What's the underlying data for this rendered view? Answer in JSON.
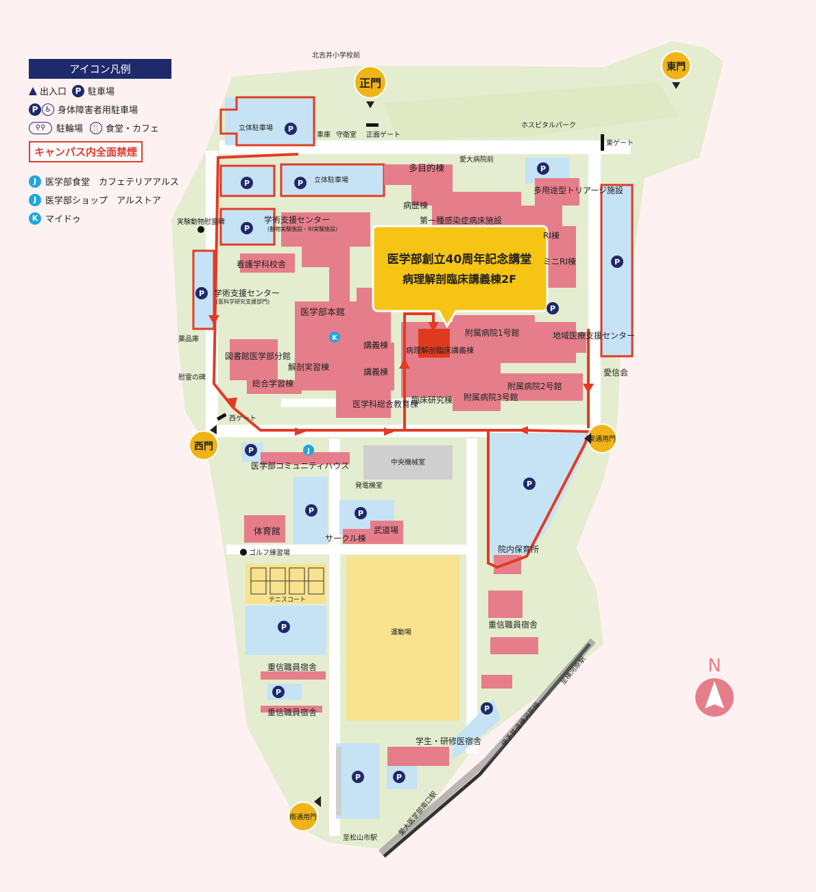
{
  "legend": {
    "title": "アイコン凡例",
    "entrance": "出入口",
    "parking": "駐車場",
    "accessible_parking": "身体障害者用駐車場",
    "bicycle": "駐輪場",
    "cafeteria": "食堂・カフェ",
    "no_smoking": "キャンパス内全面禁煙",
    "shop_j1": "医学部食堂　カフェテリアアルス",
    "shop_j2": "医学部ショップ　アルストア",
    "shop_k": "マイドゥ",
    "letter_j": "J",
    "letter_k": "K",
    "letter_p": "P"
  },
  "callout": {
    "line1": "医学部創立40周年記念講堂",
    "line2": "病理解剖臨床講義棟2F"
  },
  "gates": {
    "main": "正門",
    "east": "東門",
    "west": "西門",
    "east_service": "東通用門",
    "south_service": "南通用門"
  },
  "labels": {
    "kitayoshii": "北吉井小学校前",
    "main_gate_sign": "正面ゲート",
    "east_gate_sign": "東ゲート",
    "west_gate_sign": "西ゲート",
    "garage": "車庫",
    "guard": "守衛室",
    "hospital_park": "ホスピタルパーク",
    "multi_parking": "立体駐車場",
    "multi_parking2": "立体駐車場",
    "hospital_front": "愛大病院前",
    "multipurpose": "多目的棟",
    "triage": "多用途型トリアージ施設",
    "ward": "病歴棟",
    "infection": "第一種感染症病床施設",
    "ri": "RI棟",
    "mini_ri": "ミニRI棟",
    "memorial": "実験動物慰霊碑",
    "research_center1": "学術支援センター",
    "research_center1_sub": "(動物実験施設・RI実験施設)",
    "nursing": "看護学科校舎",
    "research_center2": "学術支援センター",
    "research_center2_sub": "(医科学研究支援部門)",
    "main_bldg": "医学部本館",
    "lecture": "講義棟",
    "lecture2": "講義棟",
    "pathology": "病理解剖臨床講義棟",
    "hosp1": "附属病院1号館",
    "regional": "地域医療支援センター",
    "aishin": "愛信会",
    "hosp2": "附属病院2号館",
    "hosp3": "附属病院3号館",
    "clinical": "臨床研究棟",
    "general_ed": "医学科総合教育棟",
    "library": "図書館医学部分館",
    "anatomy": "解剖実習棟",
    "pharmacy": "薬品庫",
    "monument": "慰霊の碑",
    "general_study": "総合学習棟",
    "community": "医学部コミュニティハウス",
    "central_machine": "中央機械室",
    "power": "発電機室",
    "gym": "体育館",
    "circle": "サークル棟",
    "budo": "武道場",
    "golf": "ゴルフ練習場",
    "tennis": "テニスコート",
    "ground": "運動場",
    "nursery": "院内保育所",
    "staff1": "重信職員宿舎",
    "staff2": "重信職員宿舎",
    "staff3": "重信職員宿舎",
    "student_dorm": "学生・研修医宿舎",
    "matsuyama": "至松山市駅",
    "railway": "伊予鉄道横河原線",
    "station_south": "愛大医学部南口駅",
    "yokogawara": "至横河原駅",
    "north": "N"
  },
  "colors": {
    "route": "#e23a24",
    "building": "#e57e8a",
    "parking_lot": "#c6e3f5",
    "grass": "#e4edcf",
    "road": "#ffffff",
    "ground": "#f8e28e",
    "callout": "#f6c414",
    "navy": "#1f2a6b",
    "gate": "#f0b418"
  }
}
